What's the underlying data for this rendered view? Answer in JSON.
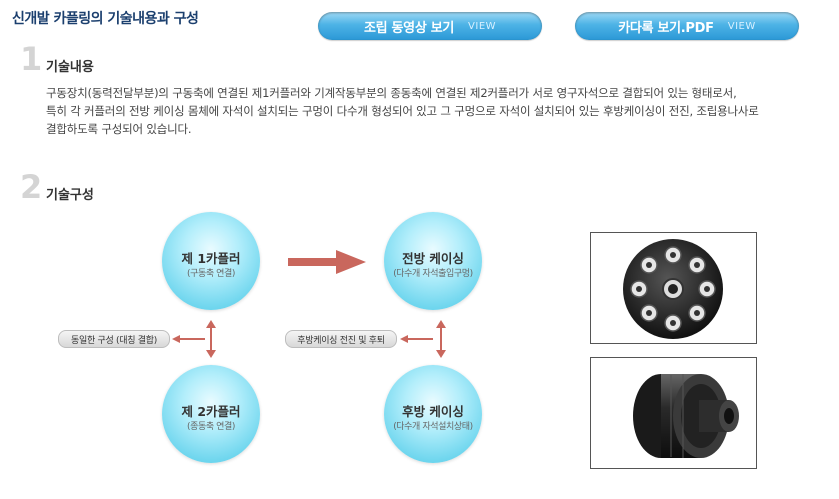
{
  "header": {
    "title": "신개발 카플링의 기술내용과 구성",
    "video_button": {
      "label": "조립 동영상 보기",
      "tag": "VIEW"
    },
    "pdf_button": {
      "label": "카다록 보기.PDF",
      "tag": "VIEW"
    }
  },
  "section1": {
    "number": "1",
    "title": "기술내용",
    "lines": [
      "구동장치(동력전달부분)의 구동축에 연결된 제1커플러와 기계작동부분의 종동축에 연결된 제2커플러가 서로 영구자석으로 결합되어 있는 형태로서,",
      "특히 각 커플러의 전방 케이싱 몸체에 자석이 설치되는 구멍이 다수개 형성되어 있고 그 구멍으로 자석이 설치되어 있는 후방케이싱이 전진, 조립용나사로",
      "결합하도록 구성되어 있습니다."
    ]
  },
  "section2": {
    "number": "2",
    "title": "기술구성"
  },
  "diagram": {
    "coupler1": {
      "name": "제 1카플러",
      "sub": "(구동축 연결)"
    },
    "front_casing": {
      "name": "전방 케이싱",
      "sub": "(다수개 자석출입구멍)"
    },
    "coupler2": {
      "name": "제 2카플러",
      "sub": "(종동축 연결)"
    },
    "rear_casing": {
      "name": "후방 케이싱",
      "sub": "(다수개 자석설치상태)"
    },
    "label_same": "동일한 구성 (대칭 결합)",
    "label_rear": "후방케이싱 전진 및 후퇴"
  },
  "colors": {
    "arrow": "#c9675d",
    "accent": "#2b98d6",
    "title": "#1b3f6e"
  }
}
